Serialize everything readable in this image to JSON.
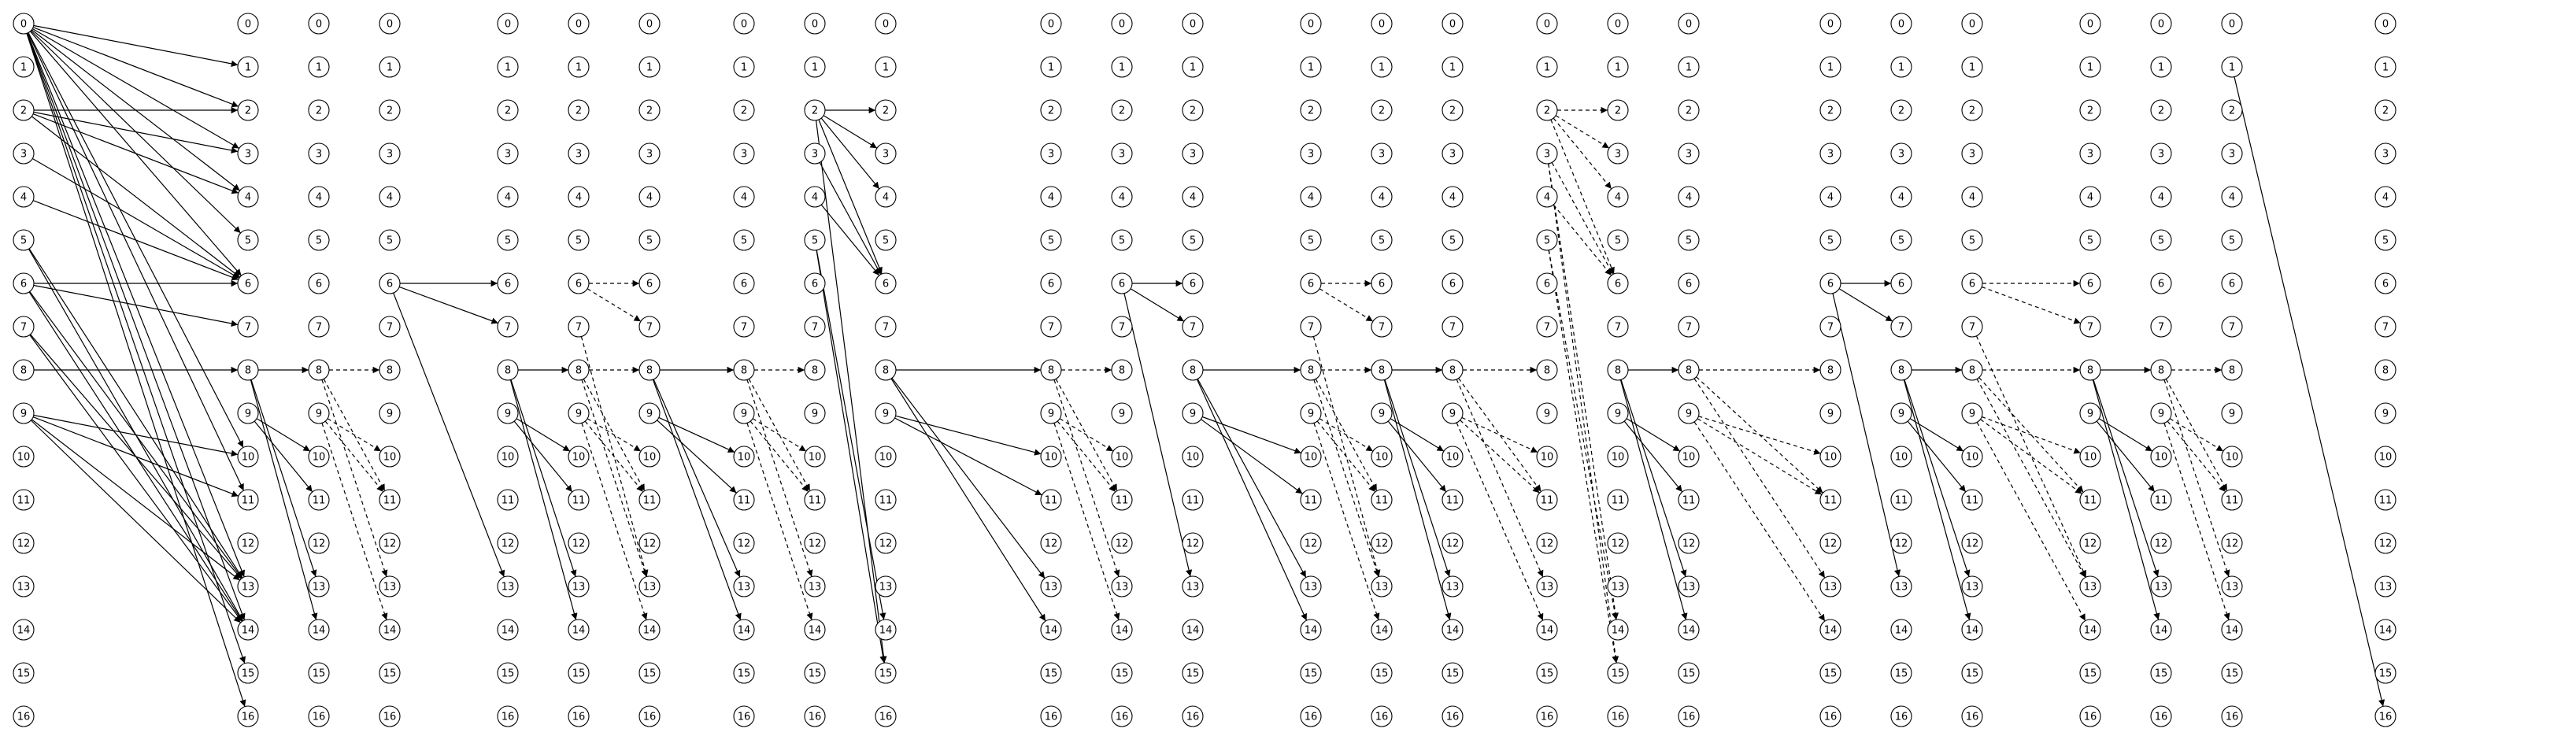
{
  "diagram": {
    "node_labels": [
      "0",
      "1",
      "2",
      "3",
      "4",
      "5",
      "6",
      "7",
      "8",
      "9",
      "10",
      "11",
      "12",
      "13",
      "14",
      "15",
      "16"
    ],
    "colors": {
      "stroke": "#000000",
      "background": "#ffffff"
    },
    "columns": [
      {
        "edges": [
          [
            0,
            1,
            "s"
          ],
          [
            0,
            2,
            "s"
          ],
          [
            0,
            3,
            "s"
          ],
          [
            0,
            4,
            "s"
          ],
          [
            0,
            5,
            "s"
          ],
          [
            0,
            6,
            "s"
          ],
          [
            0,
            10,
            "s"
          ],
          [
            0,
            11,
            "s"
          ],
          [
            0,
            13,
            "s"
          ],
          [
            0,
            14,
            "s"
          ],
          [
            0,
            15,
            "s"
          ],
          [
            0,
            16,
            "s"
          ],
          [
            2,
            2,
            "s"
          ],
          [
            2,
            3,
            "s"
          ],
          [
            2,
            4,
            "s"
          ],
          [
            2,
            6,
            "s"
          ],
          [
            3,
            6,
            "s"
          ],
          [
            4,
            6,
            "s"
          ],
          [
            5,
            13,
            "s"
          ],
          [
            5,
            14,
            "s"
          ],
          [
            6,
            6,
            "s"
          ],
          [
            6,
            7,
            "s"
          ],
          [
            6,
            13,
            "s"
          ],
          [
            6,
            14,
            "s"
          ],
          [
            7,
            13,
            "s"
          ],
          [
            7,
            14,
            "s"
          ],
          [
            8,
            8,
            "s"
          ],
          [
            9,
            10,
            "s"
          ],
          [
            9,
            11,
            "s"
          ],
          [
            9,
            13,
            "s"
          ],
          [
            9,
            14,
            "s"
          ]
        ]
      },
      {
        "edges": [
          [
            8,
            8,
            "s"
          ],
          [
            8,
            13,
            "s"
          ],
          [
            8,
            14,
            "s"
          ],
          [
            9,
            10,
            "s"
          ],
          [
            9,
            11,
            "s"
          ]
        ]
      },
      {
        "edges": [
          [
            8,
            8,
            "d"
          ],
          [
            8,
            11,
            "d"
          ],
          [
            8,
            13,
            "d"
          ],
          [
            9,
            10,
            "d"
          ],
          [
            9,
            11,
            "d"
          ],
          [
            9,
            14,
            "d"
          ]
        ]
      },
      {
        "edges": [
          [
            6,
            6,
            "s"
          ],
          [
            6,
            7,
            "s"
          ],
          [
            6,
            13,
            "s"
          ]
        ]
      },
      {
        "edges": [
          [
            8,
            8,
            "s"
          ],
          [
            8,
            13,
            "s"
          ],
          [
            8,
            14,
            "s"
          ],
          [
            9,
            10,
            "s"
          ],
          [
            9,
            11,
            "s"
          ]
        ]
      },
      {
        "edges": [
          [
            6,
            6,
            "d"
          ],
          [
            6,
            7,
            "d"
          ],
          [
            7,
            13,
            "d"
          ],
          [
            8,
            8,
            "d"
          ],
          [
            8,
            11,
            "d"
          ],
          [
            8,
            13,
            "d"
          ],
          [
            9,
            10,
            "d"
          ],
          [
            9,
            11,
            "d"
          ],
          [
            9,
            14,
            "d"
          ]
        ]
      },
      {
        "edges": [
          [
            8,
            8,
            "s"
          ],
          [
            8,
            13,
            "s"
          ],
          [
            8,
            14,
            "s"
          ],
          [
            9,
            10,
            "s"
          ],
          [
            9,
            11,
            "s"
          ]
        ]
      },
      {
        "edges": [
          [
            8,
            8,
            "d"
          ],
          [
            8,
            11,
            "d"
          ],
          [
            8,
            13,
            "d"
          ],
          [
            9,
            10,
            "d"
          ],
          [
            9,
            11,
            "d"
          ],
          [
            9,
            14,
            "d"
          ]
        ]
      },
      {
        "edges": [
          [
            2,
            2,
            "s"
          ],
          [
            2,
            3,
            "s"
          ],
          [
            2,
            4,
            "s"
          ],
          [
            2,
            6,
            "s"
          ],
          [
            2,
            15,
            "s"
          ],
          [
            3,
            6,
            "s"
          ],
          [
            4,
            6,
            "s"
          ],
          [
            5,
            14,
            "s"
          ],
          [
            5,
            15,
            "s"
          ]
        ]
      },
      {
        "edges": [
          [
            8,
            8,
            "s"
          ],
          [
            8,
            13,
            "s"
          ],
          [
            8,
            14,
            "s"
          ],
          [
            9,
            10,
            "s"
          ],
          [
            9,
            11,
            "s"
          ]
        ]
      },
      {
        "edges": [
          [
            8,
            8,
            "d"
          ],
          [
            8,
            11,
            "d"
          ],
          [
            8,
            13,
            "d"
          ],
          [
            9,
            10,
            "d"
          ],
          [
            9,
            11,
            "d"
          ],
          [
            9,
            14,
            "d"
          ]
        ]
      },
      {
        "edges": [
          [
            6,
            6,
            "s"
          ],
          [
            6,
            7,
            "s"
          ],
          [
            6,
            13,
            "s"
          ]
        ]
      },
      {
        "edges": [
          [
            8,
            8,
            "s"
          ],
          [
            8,
            13,
            "s"
          ],
          [
            8,
            14,
            "s"
          ],
          [
            9,
            10,
            "s"
          ],
          [
            9,
            11,
            "s"
          ]
        ]
      },
      {
        "edges": [
          [
            6,
            6,
            "d"
          ],
          [
            6,
            7,
            "d"
          ],
          [
            7,
            13,
            "d"
          ],
          [
            8,
            8,
            "d"
          ],
          [
            8,
            11,
            "d"
          ],
          [
            8,
            13,
            "d"
          ],
          [
            9,
            10,
            "d"
          ],
          [
            9,
            11,
            "d"
          ],
          [
            9,
            14,
            "d"
          ]
        ]
      },
      {
        "edges": [
          [
            8,
            8,
            "s"
          ],
          [
            8,
            13,
            "s"
          ],
          [
            8,
            14,
            "s"
          ],
          [
            9,
            10,
            "s"
          ],
          [
            9,
            11,
            "s"
          ]
        ]
      },
      {
        "edges": [
          [
            8,
            8,
            "d"
          ],
          [
            8,
            11,
            "d"
          ],
          [
            8,
            13,
            "d"
          ],
          [
            9,
            10,
            "d"
          ],
          [
            9,
            11,
            "d"
          ],
          [
            9,
            14,
            "d"
          ]
        ]
      },
      {
        "edges": [
          [
            2,
            2,
            "d"
          ],
          [
            2,
            3,
            "d"
          ],
          [
            2,
            4,
            "d"
          ],
          [
            2,
            6,
            "d"
          ],
          [
            3,
            6,
            "d"
          ],
          [
            3,
            14,
            "d"
          ],
          [
            3,
            15,
            "d"
          ],
          [
            4,
            6,
            "d"
          ],
          [
            5,
            14,
            "d"
          ],
          [
            5,
            15,
            "d"
          ]
        ]
      },
      {
        "edges": [
          [
            8,
            8,
            "s"
          ],
          [
            8,
            13,
            "s"
          ],
          [
            8,
            14,
            "s"
          ],
          [
            9,
            10,
            "s"
          ],
          [
            9,
            11,
            "s"
          ]
        ]
      },
      {
        "edges": [
          [
            8,
            8,
            "d"
          ],
          [
            8,
            11,
            "d"
          ],
          [
            8,
            13,
            "d"
          ],
          [
            9,
            10,
            "d"
          ],
          [
            9,
            11,
            "d"
          ],
          [
            9,
            14,
            "d"
          ]
        ]
      },
      {
        "edges": [
          [
            6,
            6,
            "s"
          ],
          [
            6,
            7,
            "s"
          ],
          [
            6,
            13,
            "s"
          ]
        ]
      },
      {
        "edges": [
          [
            8,
            8,
            "s"
          ],
          [
            8,
            13,
            "s"
          ],
          [
            8,
            14,
            "s"
          ],
          [
            9,
            10,
            "s"
          ],
          [
            9,
            11,
            "s"
          ]
        ]
      },
      {
        "edges": [
          [
            6,
            6,
            "d"
          ],
          [
            6,
            7,
            "d"
          ],
          [
            7,
            13,
            "d"
          ],
          [
            8,
            8,
            "d"
          ],
          [
            8,
            11,
            "d"
          ],
          [
            8,
            13,
            "d"
          ],
          [
            9,
            10,
            "d"
          ],
          [
            9,
            11,
            "d"
          ],
          [
            9,
            14,
            "d"
          ]
        ]
      },
      {
        "edges": [
          [
            8,
            8,
            "s"
          ],
          [
            8,
            13,
            "s"
          ],
          [
            8,
            14,
            "s"
          ],
          [
            9,
            10,
            "s"
          ],
          [
            9,
            11,
            "s"
          ]
        ]
      },
      {
        "edges": [
          [
            8,
            8,
            "d"
          ],
          [
            8,
            11,
            "d"
          ],
          [
            8,
            13,
            "d"
          ],
          [
            9,
            10,
            "d"
          ],
          [
            9,
            11,
            "d"
          ],
          [
            9,
            14,
            "d"
          ]
        ]
      },
      {
        "edges": [
          [
            1,
            16,
            "s"
          ]
        ]
      },
      {
        "edges": []
      }
    ]
  }
}
